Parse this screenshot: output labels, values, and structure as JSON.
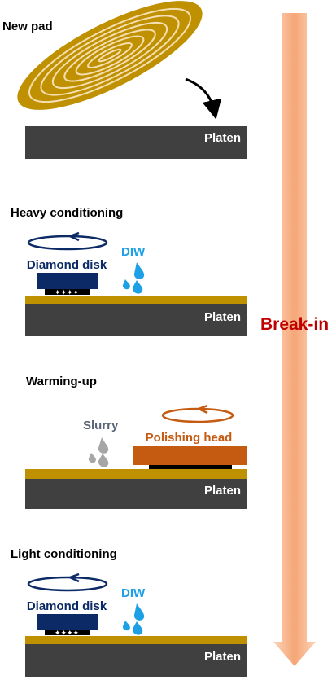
{
  "stages": {
    "new_pad": "New pad",
    "heavy": "Heavy conditioning",
    "warming": "Warming-up",
    "light": "Light conditioning"
  },
  "labels": {
    "platen": "Platen",
    "diamond_disk": "Diamond disk",
    "diw": "DIW",
    "slurry": "Slurry",
    "polishing_head": "Polishing head",
    "break_in": "Break-in"
  },
  "colors": {
    "pad_gold": "#BF9000",
    "platen_gray": "#404040",
    "navy": "#0B2A66",
    "diw_blue": "#1EA0E6",
    "slurry_gray": "#A6A6A6",
    "slurry_text": "#5A6478",
    "polishing_orange": "#C55A11",
    "break_in_red": "#C00000",
    "arrow_peach": "#F8B48C"
  },
  "icons": {
    "rotation": "rotation-arrow-icon",
    "droplet": "water-droplet-icon",
    "curved_arrow": "curved-arrow-icon"
  }
}
